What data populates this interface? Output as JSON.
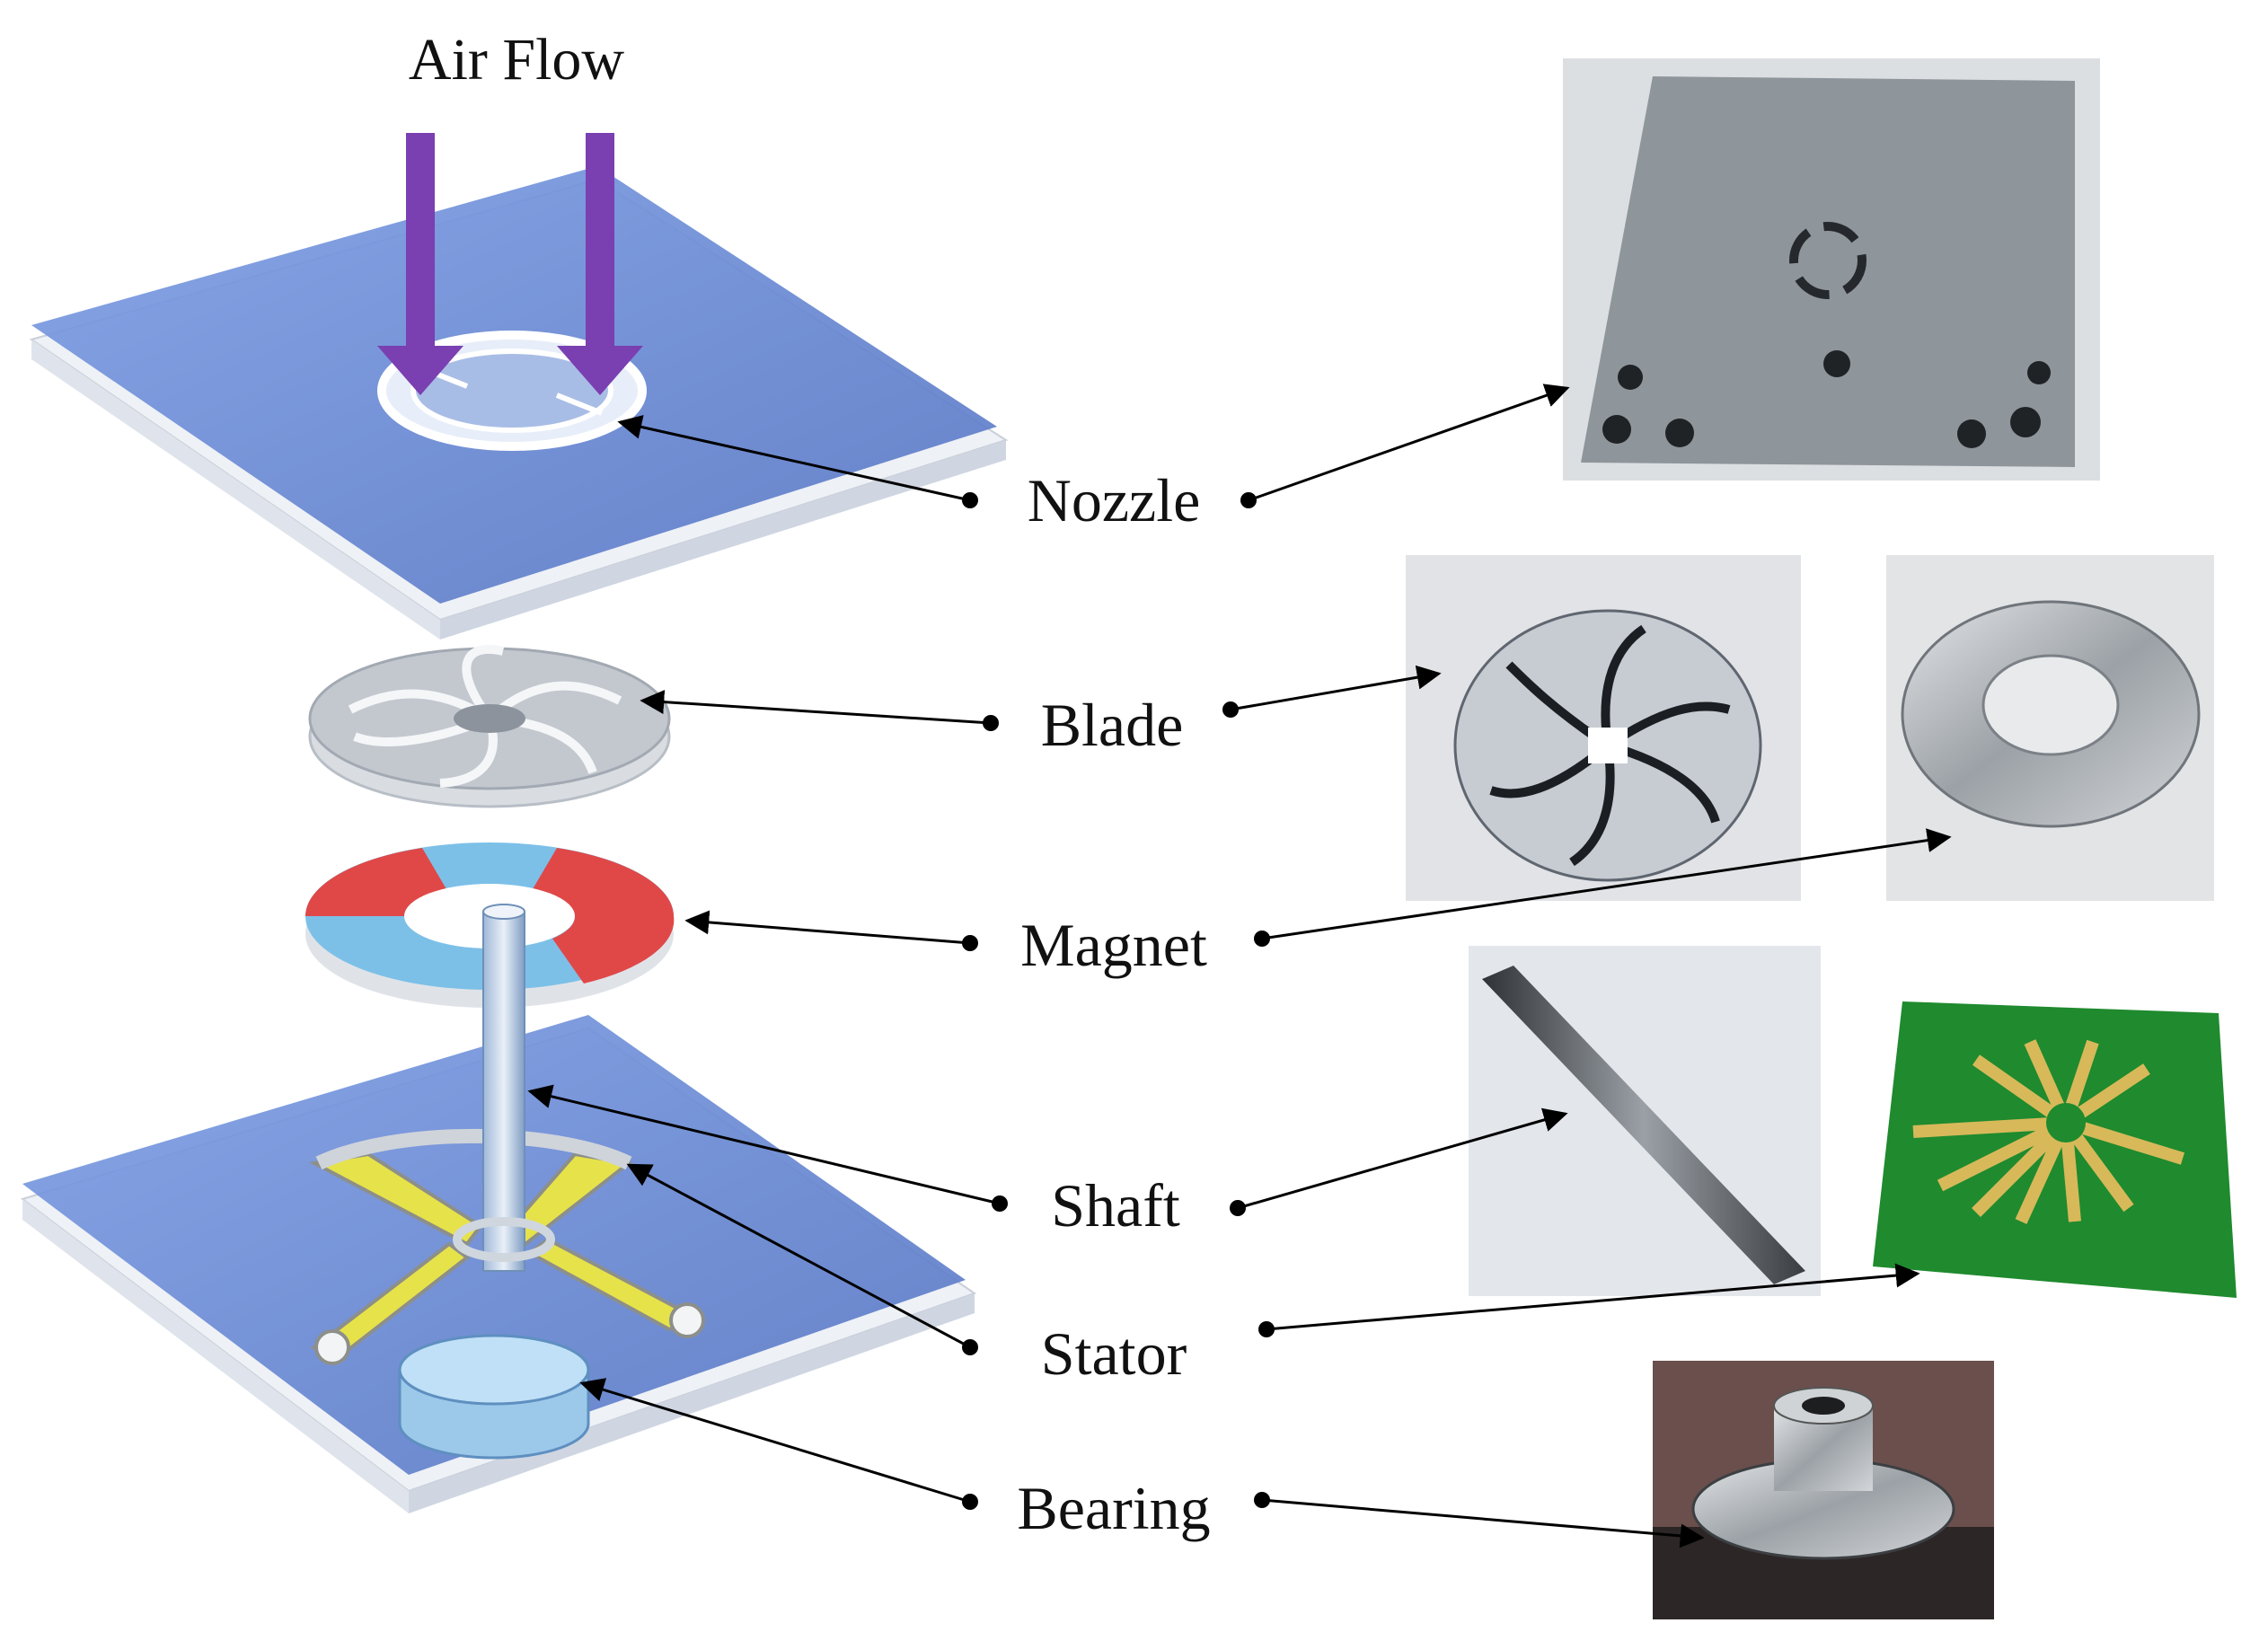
{
  "title": "Air Flow",
  "components": [
    {
      "id": "nozzle",
      "label": "Nozzle"
    },
    {
      "id": "blade",
      "label": "Blade"
    },
    {
      "id": "magnet",
      "label": "Magnet"
    },
    {
      "id": "shaft",
      "label": "Shaft"
    },
    {
      "id": "stator",
      "label": "Stator"
    },
    {
      "id": "bearing",
      "label": "Bearing"
    }
  ],
  "colors": {
    "plate_blue": "#6f8fd6",
    "plate_edge": "#e9edf4",
    "arrow_purple": "#7a3fb0",
    "magnet_red": "#e04848",
    "magnet_blue": "#7cc0e8",
    "coil_yellow": "#e6e24a",
    "pcb_green": "#1f8a2e",
    "pcb_gold": "#d7b95a",
    "metal_gray": "#8f969c"
  }
}
